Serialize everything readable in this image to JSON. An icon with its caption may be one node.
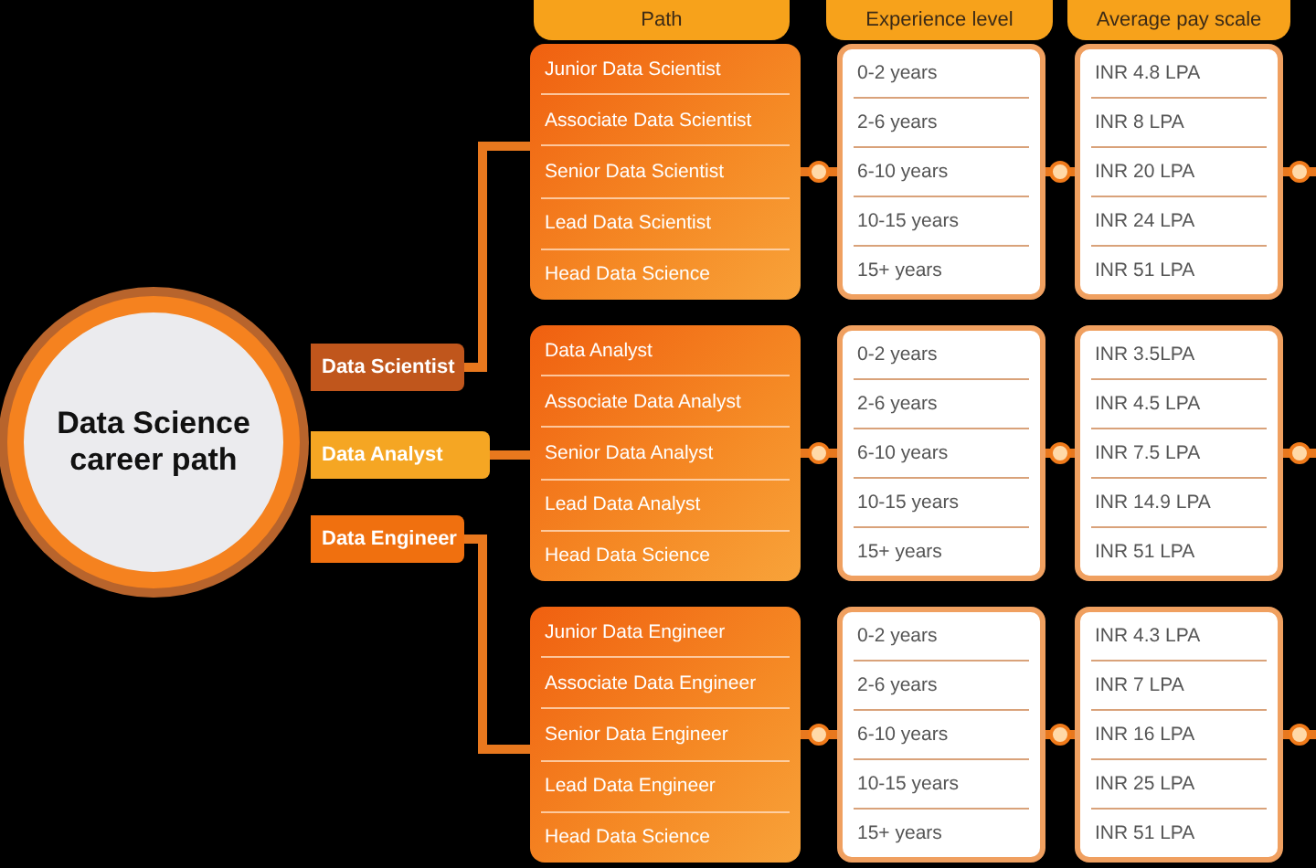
{
  "diagram": {
    "nodes": [
      {
        "text": [
          "Path"
        ]
      },
      {
        "text": [
          "Experience level"
        ]
      },
      {
        "text": [
          "Average pay scale"
        ]
      },
      {
        "text": [
          "Data Science career path"
        ]
      },
      {
        "text": [
          "Data Scientist"
        ]
      },
      {
        "text": [
          "Data Analyst"
        ]
      },
      {
        "text": [
          "Data Engineer"
        ]
      },
      {
        "text": [
          "Junior Data Scientist",
          "Associate Data Scientist",
          "Senior Data Scientist",
          "Lead Data Scientist",
          "Head Data Science"
        ]
      },
      {
        "text": [
          "Data Analyst",
          "Associate Data Analyst",
          "Senior Data Analyst",
          "Lead Data Analyst",
          "Head Data Science"
        ]
      },
      {
        "text": [
          "Junior Data Engineer",
          "Associate Data Engineer",
          "Senior Data Engineer",
          "Lead Data Engineer",
          "Head Data Science"
        ]
      },
      {
        "text": [
          "0-2 years",
          "2-6 years",
          "6-10 years",
          "10-15 years",
          "15+ years"
        ]
      },
      {
        "text": [
          "0-2 years",
          "2-6 years",
          "6-10 years",
          "10-15 years",
          "15+ years"
        ]
      },
      {
        "text": [
          "0-2 years",
          "2-6 years",
          "6-10 years",
          "10-15 years",
          "15+ years"
        ]
      },
      {
        "text": [
          "INR 4.8 LPA",
          "INR 8 LPA",
          "INR 20 LPA",
          "INR 24 LPA",
          "INR 51 LPA"
        ]
      },
      {
        "text": [
          "INR 3.5LPA",
          "INR 4.5 LPA",
          "INR 7.5 LPA",
          "INR 14.9 LPA",
          "INR 51 LPA"
        ]
      },
      {
        "text": [
          "INR 4.3 LPA",
          "INR 7 LPA",
          "INR 16 LPA",
          "INR 25 LPA",
          "INR 51 LPA"
        ]
      }
    ],
    "edges": [
      {
        "from": 4,
        "to": 7,
        "arrow": "none"
      },
      {
        "from": 5,
        "to": 8,
        "arrow": "none"
      },
      {
        "from": 6,
        "to": 9,
        "arrow": "none"
      },
      {
        "from": 7,
        "to": 10,
        "arrow": "none"
      },
      {
        "from": 8,
        "to": 11,
        "arrow": "none"
      },
      {
        "from": 9,
        "to": 12,
        "arrow": "none"
      },
      {
        "from": 10,
        "to": 13,
        "arrow": "none"
      },
      {
        "from": 11,
        "to": 14,
        "arrow": "none"
      },
      {
        "from": 12,
        "to": 15,
        "arrow": "none"
      },
      {
        "from": 13,
        "to": null,
        "arrow": "none"
      },
      {
        "from": 14,
        "to": null,
        "arrow": "none"
      },
      {
        "from": 15,
        "to": null,
        "arrow": "none"
      }
    ]
  }
}
